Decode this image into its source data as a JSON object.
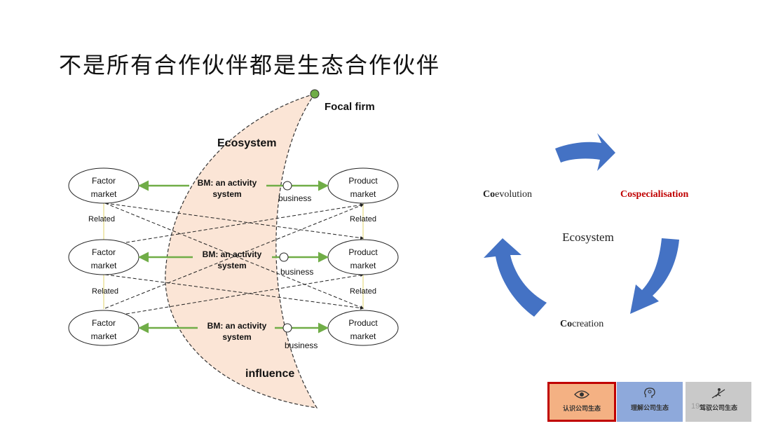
{
  "title": "不是所有合作伙伴都是生态合作伙伴",
  "left_diagram": {
    "focal_firm": "Focal firm",
    "ecosystem_label": "Ecosystem",
    "influence_label": "influence",
    "rows": [
      {
        "factor": [
          "Factor",
          "market"
        ],
        "bm": [
          "BM: an activity",
          "system"
        ],
        "business": "business",
        "product": [
          "Product",
          "market"
        ]
      },
      {
        "factor": [
          "Factor",
          "market"
        ],
        "bm": [
          "BM: an activity",
          "system"
        ],
        "business": "business",
        "product": [
          "Product",
          "market"
        ]
      },
      {
        "factor": [
          "Factor",
          "market"
        ],
        "bm": [
          "BM: an activity",
          "system"
        ],
        "business": "business",
        "product": [
          "Product",
          "market"
        ]
      }
    ],
    "related_labels": [
      "Related",
      "Related",
      "Related",
      "Related"
    ]
  },
  "cycle": {
    "center": "Ecosystem",
    "coevolution": {
      "prefix": "Co",
      "rest": "evolution"
    },
    "cospecialisation": "Cospecialisation",
    "cocreation": {
      "prefix": "Co",
      "rest": "creation"
    },
    "arrow_color": "#4472C4",
    "highlight_color": "#C00000"
  },
  "nav": [
    {
      "label": "认识公司生态",
      "icon": "eye-icon",
      "color": "#F4B183",
      "active": true
    },
    {
      "label": "理解公司生态",
      "icon": "head-icon",
      "color": "#8EA9DB",
      "active": false
    },
    {
      "label": "驾驭公司生态",
      "icon": "climber-icon",
      "color": "#C9C9C9",
      "active": false
    }
  ],
  "page_number": "19"
}
